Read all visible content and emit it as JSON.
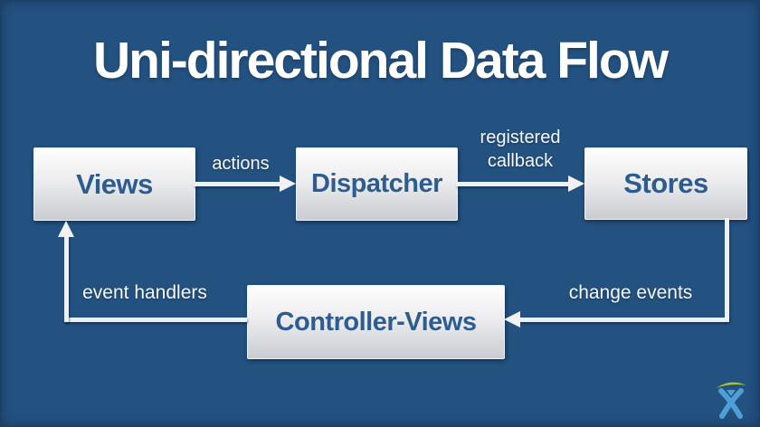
{
  "slide": {
    "title": "Uni-directional Data Flow",
    "background_color": "#235180",
    "edge_border_color": "#1c4066",
    "title_color": "#ffffff"
  },
  "diagram": {
    "type": "flow-diagram",
    "nodes": [
      {
        "id": "views",
        "label": "Views"
      },
      {
        "id": "dispatcher",
        "label": "Dispatcher"
      },
      {
        "id": "stores",
        "label": "Stores"
      },
      {
        "id": "controller-views",
        "label": "Controller-Views"
      }
    ],
    "edges": [
      {
        "from": "views",
        "to": "dispatcher",
        "label": "actions",
        "direction": "right"
      },
      {
        "from": "dispatcher",
        "to": "stores",
        "label": "registered callback",
        "direction": "right"
      },
      {
        "from": "stores",
        "to": "controller-views",
        "label": "change events",
        "direction": "down-then-left"
      },
      {
        "from": "controller-views",
        "to": "views",
        "label": "event handlers",
        "direction": "left-then-up"
      }
    ],
    "colors": {
      "node_background_top": "#fefefe",
      "node_background_bottom": "#c9ccd1",
      "node_text": "#2d5c90",
      "connector_line": "#f0f0f0",
      "label_text": "#f7f7f7"
    }
  },
  "branding": {
    "logo_name": "atlassian-charlie-logo",
    "logo_blue": "#4d9fd6",
    "logo_green": "#a5c92e"
  }
}
